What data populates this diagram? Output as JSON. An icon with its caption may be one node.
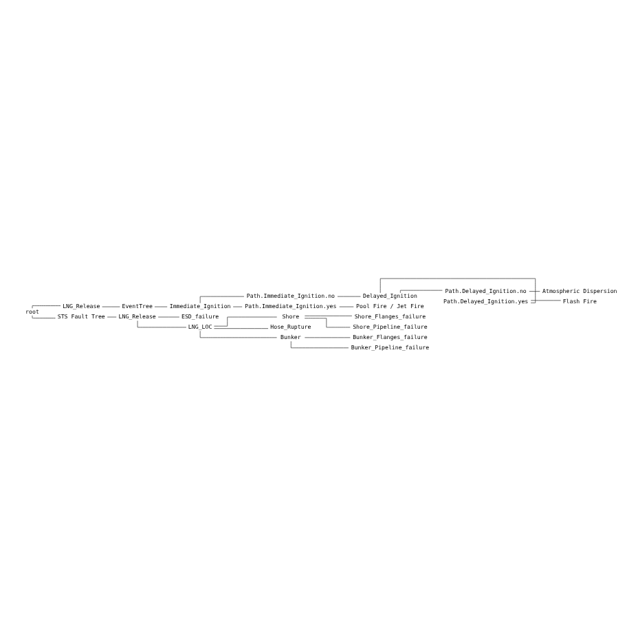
{
  "diagram": {
    "nodes": [
      {
        "text": [
          "root"
        ]
      },
      {
        "text": [
          "LNG_Release"
        ]
      },
      {
        "text": [
          "EventTree"
        ]
      },
      {
        "text": [
          "Immediate_Ignition"
        ]
      },
      {
        "text": [
          "Path.Immediate_Ignition.no"
        ]
      },
      {
        "text": [
          "Delayed_Ignition"
        ]
      },
      {
        "text": [
          "Path.Delayed_Ignition.no"
        ]
      },
      {
        "text": [
          "Atmospheric Dispersion"
        ]
      },
      {
        "text": [
          "Path.Delayed_Ignition.yes"
        ]
      },
      {
        "text": [
          "Flash Fire"
        ]
      },
      {
        "text": [
          "Path.Immediate_Ignition.yes"
        ]
      },
      {
        "text": [
          "Pool Fire / Jet Fire"
        ]
      },
      {
        "text": [
          "STS Fault Tree"
        ]
      },
      {
        "text": [
          "LNG_Release"
        ]
      },
      {
        "text": [
          "ESD_failure"
        ]
      },
      {
        "text": [
          "LNG_LOC"
        ]
      },
      {
        "text": [
          "Shore"
        ]
      },
      {
        "text": [
          "Shore_Flanges_failure"
        ]
      },
      {
        "text": [
          "Shore_Pipeline_failure"
        ]
      },
      {
        "text": [
          "Hose_Rupture"
        ]
      },
      {
        "text": [
          "Bunker"
        ]
      },
      {
        "text": [
          "Bunker_Flanges_failure"
        ]
      },
      {
        "text": [
          "Bunker_Pipeline_failure"
        ]
      }
    ],
    "edges": [
      {
        "from": 0,
        "to": 1,
        "arrow": "none"
      },
      {
        "from": 1,
        "to": 2,
        "arrow": "none"
      },
      {
        "from": 2,
        "to": 3,
        "arrow": "none"
      },
      {
        "from": 3,
        "to": 4,
        "arrow": "none"
      },
      {
        "from": 4,
        "to": 5,
        "arrow": "none"
      },
      {
        "from": 5,
        "to": 6,
        "arrow": "none"
      },
      {
        "from": 6,
        "to": 7,
        "arrow": "none"
      },
      {
        "from": 5,
        "to": 8,
        "arrow": "none"
      },
      {
        "from": 8,
        "to": 9,
        "arrow": "none"
      },
      {
        "from": 3,
        "to": 10,
        "arrow": "none"
      },
      {
        "from": 10,
        "to": 11,
        "arrow": "none"
      },
      {
        "from": 0,
        "to": 12,
        "arrow": "none"
      },
      {
        "from": 12,
        "to": 13,
        "arrow": "none"
      },
      {
        "from": 13,
        "to": 14,
        "arrow": "none"
      },
      {
        "from": 13,
        "to": 15,
        "arrow": "none"
      },
      {
        "from": 15,
        "to": 16,
        "arrow": "none"
      },
      {
        "from": 16,
        "to": 17,
        "arrow": "none"
      },
      {
        "from": 16,
        "to": 18,
        "arrow": "none"
      },
      {
        "from": 15,
        "to": 19,
        "arrow": "none"
      },
      {
        "from": 15,
        "to": 20,
        "arrow": "none"
      },
      {
        "from": 20,
        "to": 21,
        "arrow": "none"
      },
      {
        "from": 20,
        "to": 22,
        "arrow": "none"
      }
    ]
  }
}
